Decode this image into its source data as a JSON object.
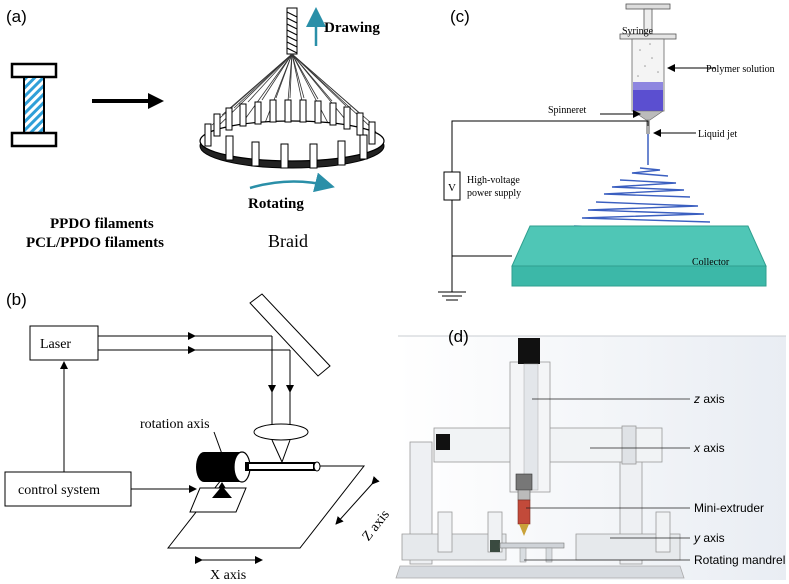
{
  "panel_a": {
    "label": "(a)",
    "drawing": "Drawing",
    "rotating": "Rotating",
    "filaments_line1": "PPDO filaments",
    "filaments_line2": "PCL/PPDO filaments",
    "braid": "Braid"
  },
  "panel_b": {
    "label": "(b)",
    "laser": "Laser",
    "rotation_axis": "rotation axis",
    "control_system": "control system",
    "z_axis": "Z axis",
    "x_axis": "X axis"
  },
  "panel_c": {
    "label": "(c)",
    "syringe": "Syringe",
    "polymer_solution": "Polymer solution",
    "spinneret": "Spinneret",
    "liquid_jet": "Liquid jet",
    "voltmeter": "V",
    "hv_line1": "High-voltage",
    "hv_line2": "power supply",
    "collector": "Collector"
  },
  "panel_d": {
    "label": "(d)",
    "z_axis_italic": "z",
    "x_axis_italic": "x",
    "y_axis_italic": "y",
    "axis_word": "axis",
    "mini_extruder": "Mini-extruder",
    "rotating_mandrel": "Rotating mandrel"
  },
  "colors": {
    "teal_arrow": "#2a8fa8",
    "hatch_blue": "#2f9fd8",
    "collector_teal": "#3cb8a8",
    "fiber_blue": "#3b5fc0",
    "solution_purple": "#5b4fd0"
  }
}
